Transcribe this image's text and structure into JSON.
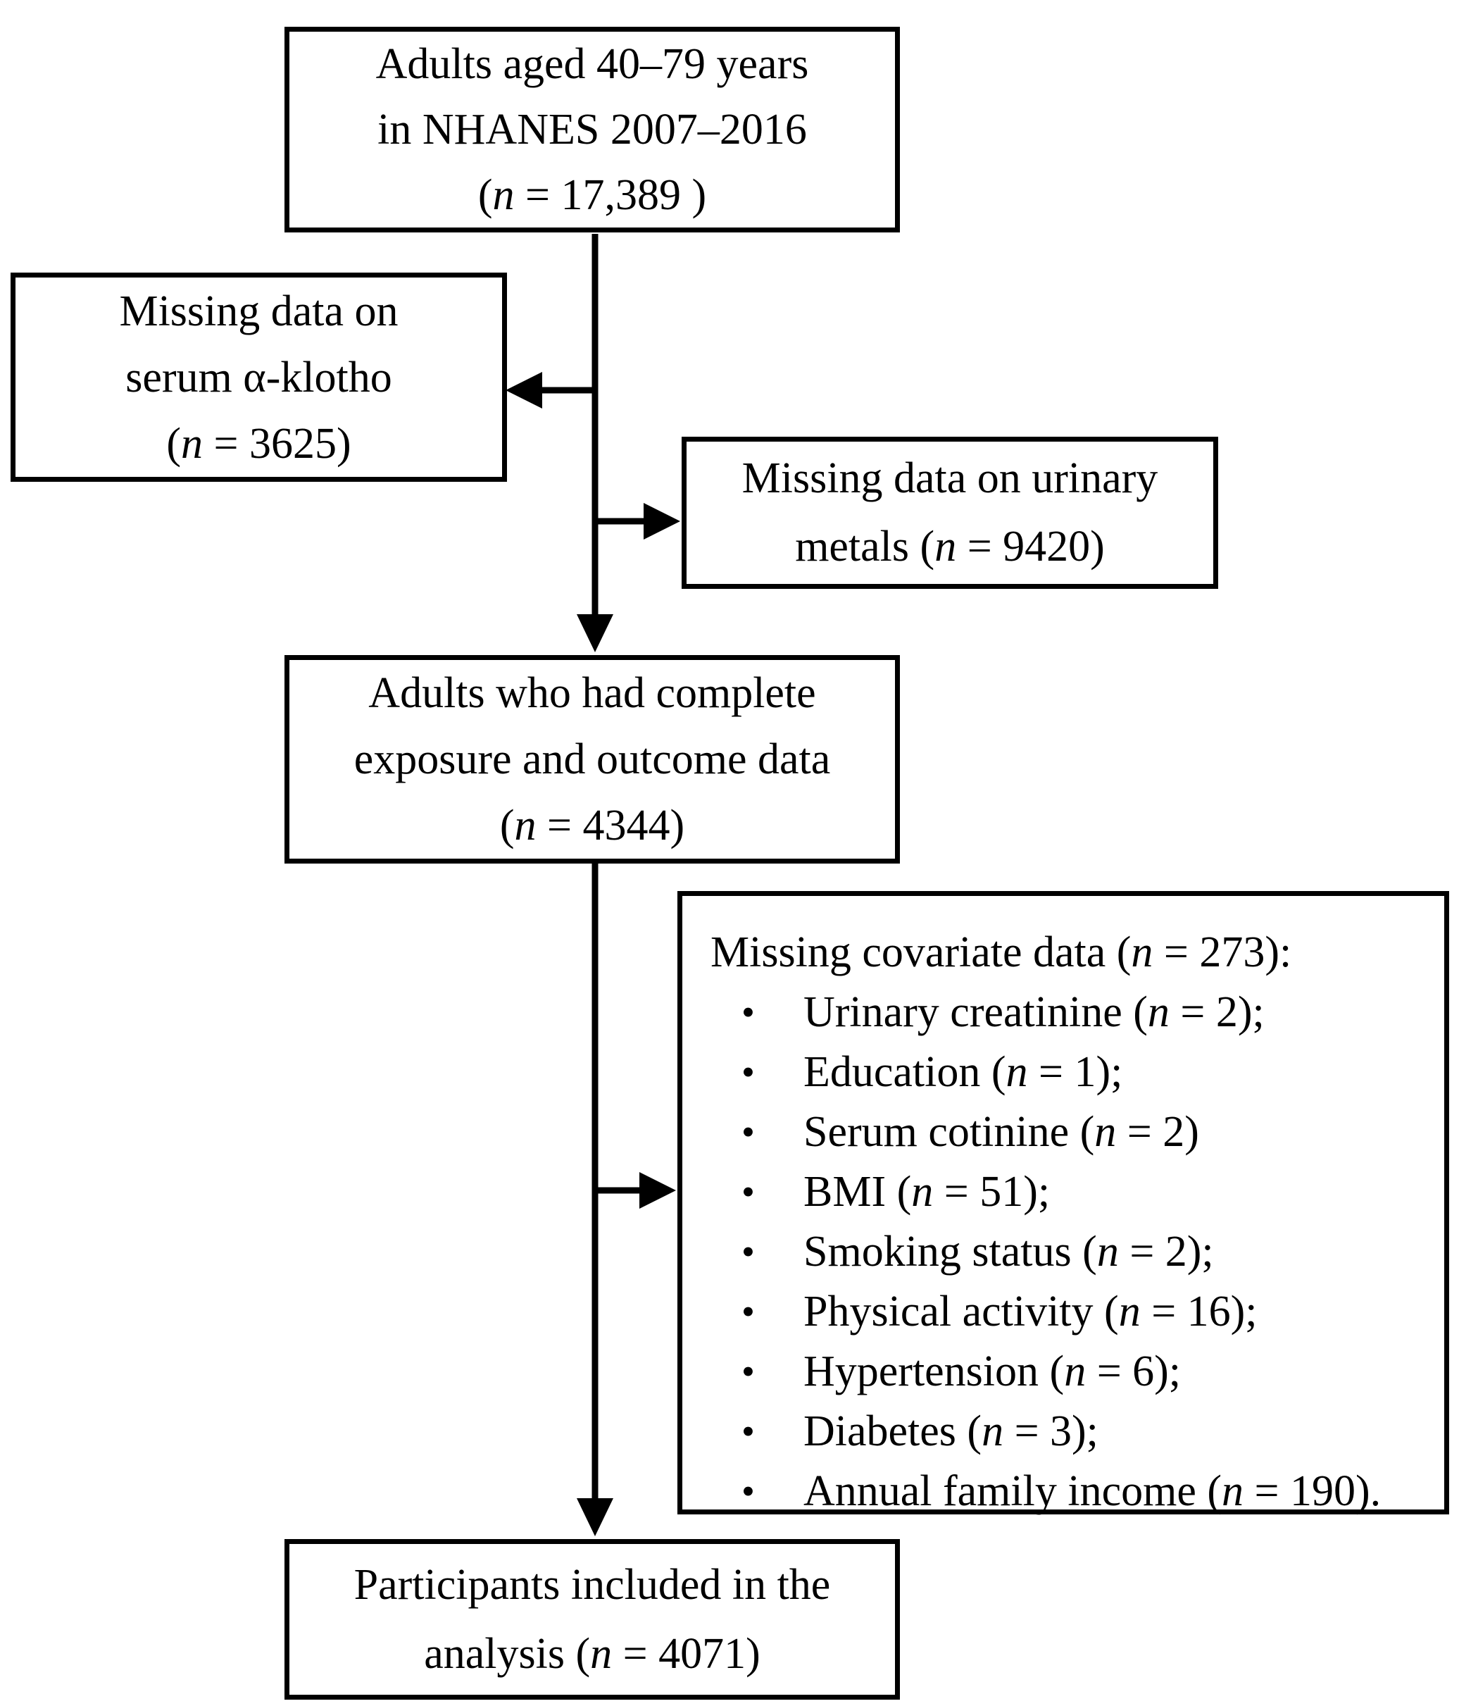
{
  "figure": {
    "background_color": "#ffffff",
    "line_color": "#000000",
    "text_color": "#000000"
  },
  "boxes": {
    "nhanes": {
      "lines": [
        "Adults aged 40–79 years",
        "in NHANES 2007–2016",
        "(n = 17,389 )"
      ]
    },
    "serum_klotho": {
      "lines": [
        "Missing data on",
        "serum α-klotho",
        "(n = 3625)"
      ]
    },
    "urinary_metals": {
      "lines": [
        "Missing data on urinary",
        "metals (n = 9420)"
      ]
    },
    "complete_data": {
      "lines": [
        "Adults who had complete",
        "exposure and outcome data",
        "(n = 4344)"
      ]
    },
    "covariates": {
      "heading": "Missing covariate data (n = 273):",
      "bullet": "•",
      "items": [
        "Urinary creatinine (n = 2);",
        "Education (n = 1);",
        "Serum cotinine (n = 2)",
        "BMI (n = 51);",
        "Smoking status (n = 2);",
        "Physical activity (n = 16);",
        "Hypertension (n = 6);",
        "Diabetes (n = 3);",
        "Annual family income (n = 190)."
      ]
    },
    "final": {
      "lines": [
        "Participants included in the",
        "analysis (n = 4071)"
      ]
    }
  }
}
